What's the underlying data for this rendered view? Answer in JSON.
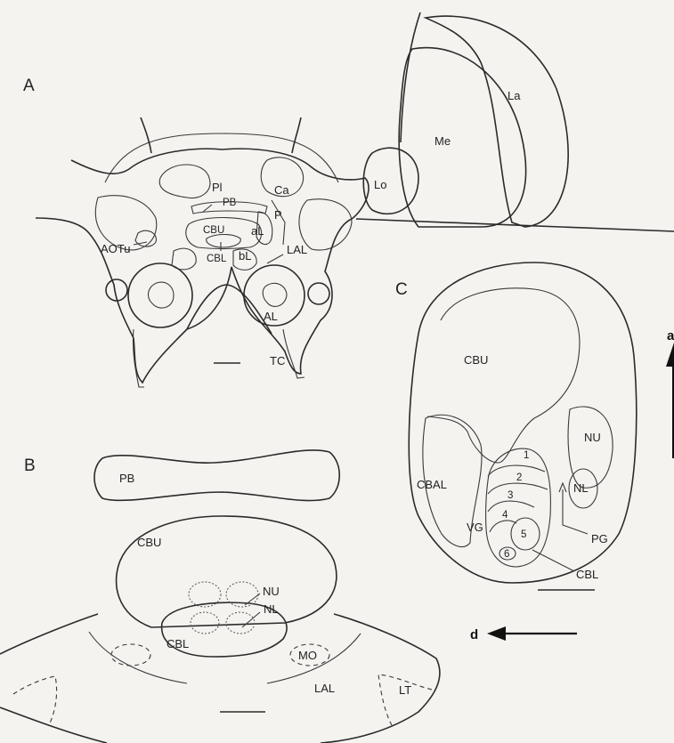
{
  "panels": {
    "a": "A",
    "b": "B",
    "c": "C"
  },
  "panel_a": {
    "labels": {
      "la": "La",
      "me": "Me",
      "lo": "Lo",
      "pl": "Pl",
      "ca": "Ca",
      "pb": "PB",
      "p": "P",
      "cbu": "CBU",
      "al_lobe": "aL",
      "aotu": "AOTu",
      "cbl": "CBL",
      "bl": "bL",
      "lal": "LAL",
      "al": "AL",
      "tc": "TC"
    }
  },
  "panel_b": {
    "labels": {
      "pb": "PB",
      "cbu": "CBU",
      "nu": "NU",
      "nl": "NL",
      "cbl": "CBL",
      "mo": "MO",
      "lal": "LAL",
      "lt": "LT"
    }
  },
  "panel_c": {
    "labels": {
      "cbu": "CBU",
      "nu": "NU",
      "nl": "NL",
      "cbal": "CBAL",
      "vg": "VG",
      "pg": "PG",
      "cbl": "CBL"
    },
    "layers": [
      "1",
      "2",
      "3",
      "4",
      "5",
      "6"
    ]
  },
  "orientation": {
    "d": "d",
    "a": "a"
  }
}
